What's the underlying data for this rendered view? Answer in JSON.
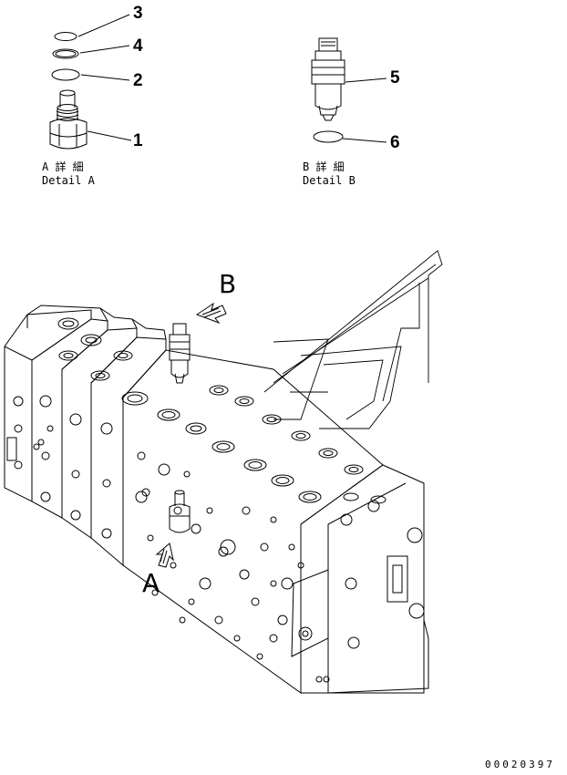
{
  "callouts": [
    {
      "id": "3",
      "label": "3"
    },
    {
      "id": "4",
      "label": "4"
    },
    {
      "id": "2",
      "label": "2"
    },
    {
      "id": "1",
      "label": "1"
    },
    {
      "id": "5",
      "label": "5"
    },
    {
      "id": "6",
      "label": "6"
    }
  ],
  "detail_a": {
    "jp": "A 詳 細",
    "en": "Detail A"
  },
  "detail_b": {
    "jp": "B 詳 細",
    "en": "Detail B"
  },
  "view_a": "A",
  "view_b": "B",
  "doc_number": "00020397"
}
